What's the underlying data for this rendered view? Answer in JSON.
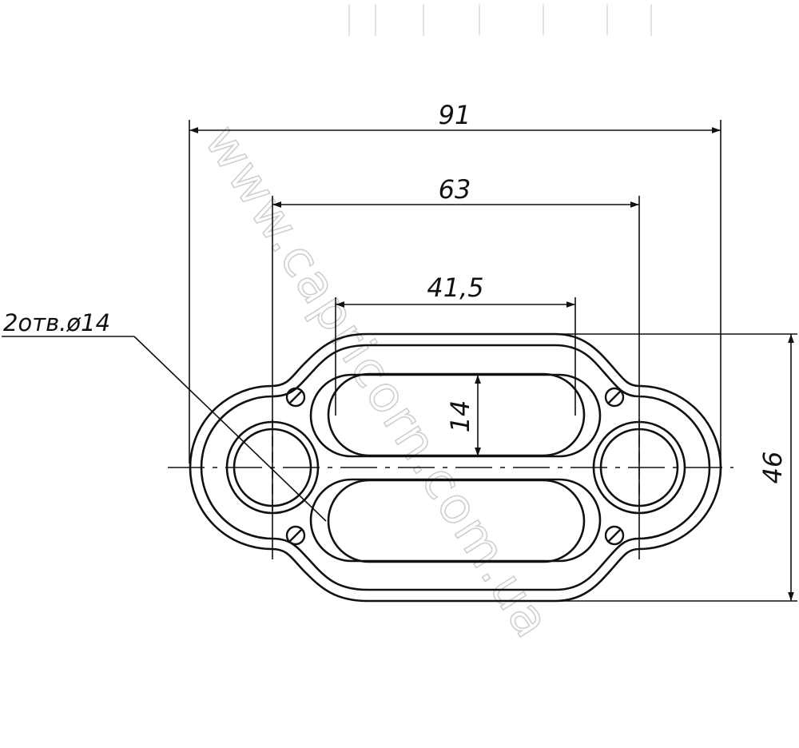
{
  "dimensions": {
    "overall_width": "91",
    "hole_spacing": "63",
    "slot_length": "41,5",
    "slot_width": "14",
    "overall_height": "46"
  },
  "callout": {
    "holes": "2отв.ø14"
  },
  "watermark": {
    "text": "www.capricorn.com.ua"
  }
}
